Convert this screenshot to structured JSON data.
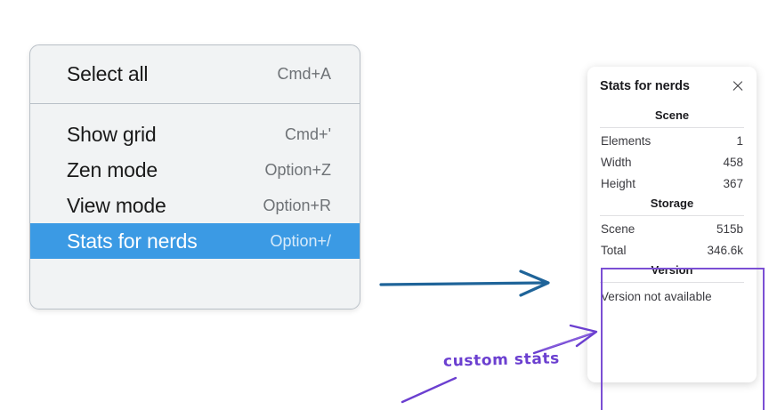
{
  "context_menu": {
    "groups": [
      {
        "items": [
          {
            "label": "Select all",
            "shortcut": "Cmd+A",
            "selected": false
          }
        ]
      },
      {
        "items": [
          {
            "label": "Show grid",
            "shortcut": "Cmd+'",
            "selected": false
          },
          {
            "label": "Zen mode",
            "shortcut": "Option+Z",
            "selected": false
          },
          {
            "label": "View mode",
            "shortcut": "Option+R",
            "selected": false
          },
          {
            "label": "Stats for nerds",
            "shortcut": "Option+/",
            "selected": true
          }
        ]
      }
    ],
    "highlight_color": "#3b9ae4"
  },
  "stats_panel": {
    "title": "Stats for nerds",
    "close_icon": "close-icon",
    "sections": [
      {
        "heading": "Scene",
        "rows": [
          {
            "label": "Elements",
            "value": "1"
          },
          {
            "label": "Width",
            "value": "458"
          },
          {
            "label": "Height",
            "value": "367"
          }
        ]
      },
      {
        "heading": "Storage",
        "rows": [
          {
            "label": "Scene",
            "value": "515b"
          },
          {
            "label": "Total",
            "value": "346.6k"
          }
        ]
      },
      {
        "heading": "Version",
        "note": "Version not available"
      }
    ]
  },
  "annotations": {
    "callout_text": "custom stats",
    "callout_color": "#6b3fd0",
    "highlight_box_color": "#7b4fd4",
    "flow_arrow_color": "#1f6499"
  }
}
